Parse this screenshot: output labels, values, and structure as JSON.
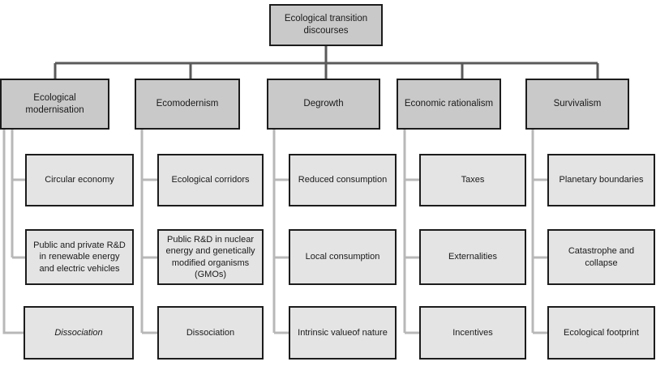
{
  "diagram": {
    "type": "hierarchy-tree",
    "title": "Ecological transition discourses",
    "colors": {
      "root_fill": "#c9c9c9",
      "branch_fill": "#c9c9c9",
      "leaf_fill": "#e4e4e4",
      "border": "#1c1c1c",
      "connector_top": "#5a5a5a",
      "connector_column": "#b0b0b0",
      "text": "#1a1a1a",
      "background": "#ffffff"
    },
    "root": {
      "label": "Ecological transition discourses"
    },
    "branches": [
      {
        "id": "ecological-modernisation",
        "label": "Ecological modernisation",
        "leaves": [
          {
            "label": "Circular  economy",
            "italic": false
          },
          {
            "label": "Public  and  private R&D  in renewable  energy  and electric vehicles",
            "italic": false
          },
          {
            "label": "Dissociation",
            "italic": true
          }
        ]
      },
      {
        "id": "ecomodernism",
        "label": "Ecomodernism",
        "leaves": [
          {
            "label": "Ecological corridors",
            "italic": false
          },
          {
            "label": "Public  R&D in  nuclear energy and  genetically modified  organisms (GMOs)",
            "italic": false
          },
          {
            "label": "Dissociation",
            "italic": false
          }
        ]
      },
      {
        "id": "degrowth",
        "label": "Degrowth",
        "leaves": [
          {
            "label": "Reduced  consumption",
            "italic": false
          },
          {
            "label": "Local  consumption",
            "italic": false
          },
          {
            "label": "Intrinsic valueof nature",
            "italic": false
          }
        ]
      },
      {
        "id": "economic-rationalism",
        "label": "Economic rationalism",
        "leaves": [
          {
            "label": "Taxes",
            "italic": false
          },
          {
            "label": "Externalities",
            "italic": false
          },
          {
            "label": "Incentives",
            "italic": false
          }
        ]
      },
      {
        "id": "survivalism",
        "label": "Survivalism",
        "leaves": [
          {
            "label": "Planetary  boundaries",
            "italic": false
          },
          {
            "label": "Catastrophe  and  collapse",
            "italic": false
          },
          {
            "label": "Ecological footprint",
            "italic": false
          }
        ]
      }
    ]
  }
}
